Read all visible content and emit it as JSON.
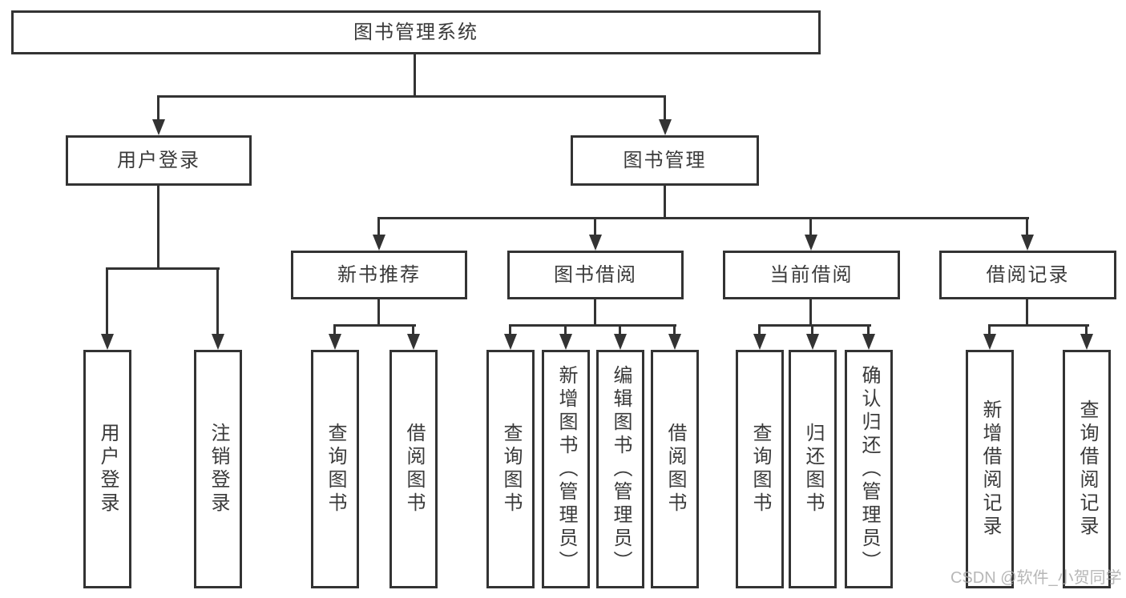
{
  "root": {
    "label": "图书管理系统"
  },
  "branches": [
    {
      "label": "用户登录",
      "children": [
        {
          "label": "用户登录"
        },
        {
          "label": "注销登录"
        }
      ]
    },
    {
      "label": "图书管理",
      "children": [
        {
          "label": "新书推荐",
          "children": [
            {
              "label": "查询图书"
            },
            {
              "label": "借阅图书"
            }
          ]
        },
        {
          "label": "图书借阅",
          "children": [
            {
              "label": "查询图书"
            },
            {
              "label": "新增图书（管理员）"
            },
            {
              "label": "编辑图书（管理员）"
            },
            {
              "label": "借阅图书"
            }
          ]
        },
        {
          "label": "当前借阅",
          "children": [
            {
              "label": "查询图书"
            },
            {
              "label": "归还图书"
            },
            {
              "label": "确认归还（管理员）"
            }
          ]
        },
        {
          "label": "借阅记录",
          "children": [
            {
              "label": "新增借阅记录"
            },
            {
              "label": "查询借阅记录"
            }
          ]
        }
      ]
    }
  ],
  "watermark": {
    "text": "CSDN @软件_小贺同学"
  },
  "colors": {
    "line": "#333333",
    "text": "#3a3a3a",
    "watermark": "#aaaaaa",
    "background": "#ffffff"
  }
}
